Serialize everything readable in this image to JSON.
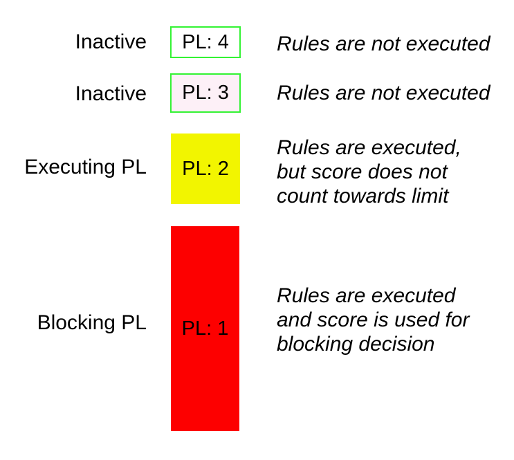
{
  "colors": {
    "background": "#ffffff",
    "inactive_border_green": "#33f333",
    "pl4_box_bg": "#ffffff",
    "pl3_box_bg": "#fdf0f7",
    "pl2_box_bg": "#f2f500",
    "pl1_box_bg": "#fd0000",
    "text": "#000000"
  },
  "rows": [
    {
      "label": "Inactive",
      "box_text": "PL: 4",
      "box_bg": "#ffffff",
      "box_border": "#33f333",
      "description_lines": [
        "Rules are not executed"
      ]
    },
    {
      "label": "Inactive",
      "box_text": "PL: 3",
      "box_bg": "#fdf0f7",
      "box_border": "#33f333",
      "description_lines": [
        "Rules are not executed"
      ]
    },
    {
      "label": "Executing PL",
      "box_text": "PL: 2",
      "box_bg": "#f2f500",
      "box_border": "",
      "description_lines": [
        "Rules are executed,",
        "but score does not",
        "count towards limit"
      ]
    },
    {
      "label": "Blocking PL",
      "box_text": "PL: 1",
      "box_bg": "#fd0000",
      "box_border": "",
      "description_lines": [
        "Rules are executed",
        "and score is used for",
        "blocking decision"
      ]
    }
  ]
}
